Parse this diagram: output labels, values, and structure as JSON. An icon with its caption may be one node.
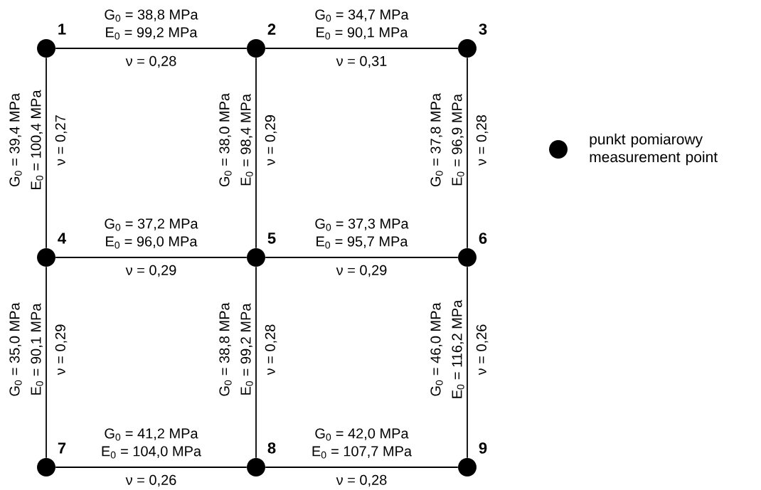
{
  "diagram": {
    "nodes": [
      {
        "text": [],
        "shape": "circle",
        "beside": [
          "1"
        ]
      },
      {
        "text": [],
        "shape": "circle",
        "beside": [
          "2"
        ]
      },
      {
        "text": [],
        "shape": "circle",
        "beside": [
          "3"
        ]
      },
      {
        "text": [],
        "shape": "circle",
        "beside": [
          "4"
        ]
      },
      {
        "text": [],
        "shape": "circle",
        "beside": [
          "5"
        ]
      },
      {
        "text": [],
        "shape": "circle",
        "beside": [
          "6"
        ]
      },
      {
        "text": [],
        "shape": "circle",
        "beside": [
          "7"
        ]
      },
      {
        "text": [],
        "shape": "circle",
        "beside": [
          "8"
        ]
      },
      {
        "text": [],
        "shape": "circle",
        "beside": [
          "9"
        ]
      }
    ],
    "edges": [
      {
        "from": 0,
        "to": 1,
        "arrow": "none"
      },
      {
        "from": 1,
        "to": 2,
        "arrow": "none"
      },
      {
        "from": 0,
        "to": 3,
        "arrow": "none"
      },
      {
        "from": 1,
        "to": 4,
        "arrow": "none"
      },
      {
        "from": 2,
        "to": 5,
        "arrow": "none"
      },
      {
        "from": 3,
        "to": 4,
        "arrow": "none"
      },
      {
        "from": 4,
        "to": 5,
        "arrow": "none"
      },
      {
        "from": 3,
        "to": 6,
        "arrow": "none"
      },
      {
        "from": 4,
        "to": 7,
        "arrow": "none"
      },
      {
        "from": 5,
        "to": 8,
        "arrow": "none"
      },
      {
        "from": 6,
        "to": 7,
        "arrow": "none"
      },
      {
        "from": 7,
        "to": 8,
        "arrow": "none"
      }
    ],
    "labels": [
      "G$_{0}$ = 38,8 MPa",
      "E$_{0}$ = 99,2 MPa",
      "ν = 0,28",
      "G$_{0}$ = 34,7 MPa",
      "E$_{0}$ = 90,1 MPa",
      "ν = 0,31",
      "G$_{0}$ = 39,4 MPa",
      "E$_{0}$ = 100,4 MPa",
      "ν = 0,27",
      "G$_{0}$ = 38,0 MPa",
      "E$_{0}$ = 98,4 MPa",
      "ν = 0,29",
      "G$_{0}$ = 37,8 MPa",
      "E$_{0}$ = 96,9 MPa",
      "ν = 0,28",
      "G$_{0}$ = 37,2 MPa",
      "E$_{0}$ = 96,0 MPa",
      "ν = 0,29",
      "G$_{0}$ = 37,3 MPa",
      "E$_{0}$ = 95,7 MPa",
      "ν = 0,29",
      "G$_{0}$ = 35,0 MPa",
      "E$_{0}$ = 90,1 MPa",
      "ν = 0,29",
      "G$_{0}$ = 38,8 MPa",
      "E$_{0}$ = 99,2 MPa",
      "ν = 0,28",
      "G$_{0}$ = 46,0 MPa",
      "E$_{0}$ = 116,2 MPa",
      "ν = 0,26",
      "G$_{0}$ = 41,2 MPa",
      "E$_{0}$ = 104,0 MPa",
      "ν = 0,26",
      "G$_{0}$ = 42,0 MPa",
      "E$_{0}$ = 107,7 MPa",
      "ν = 0,28"
    ],
    "legend": [
      {
        "text": "punkt pomiarowy measurement point"
      }
    ]
  }
}
